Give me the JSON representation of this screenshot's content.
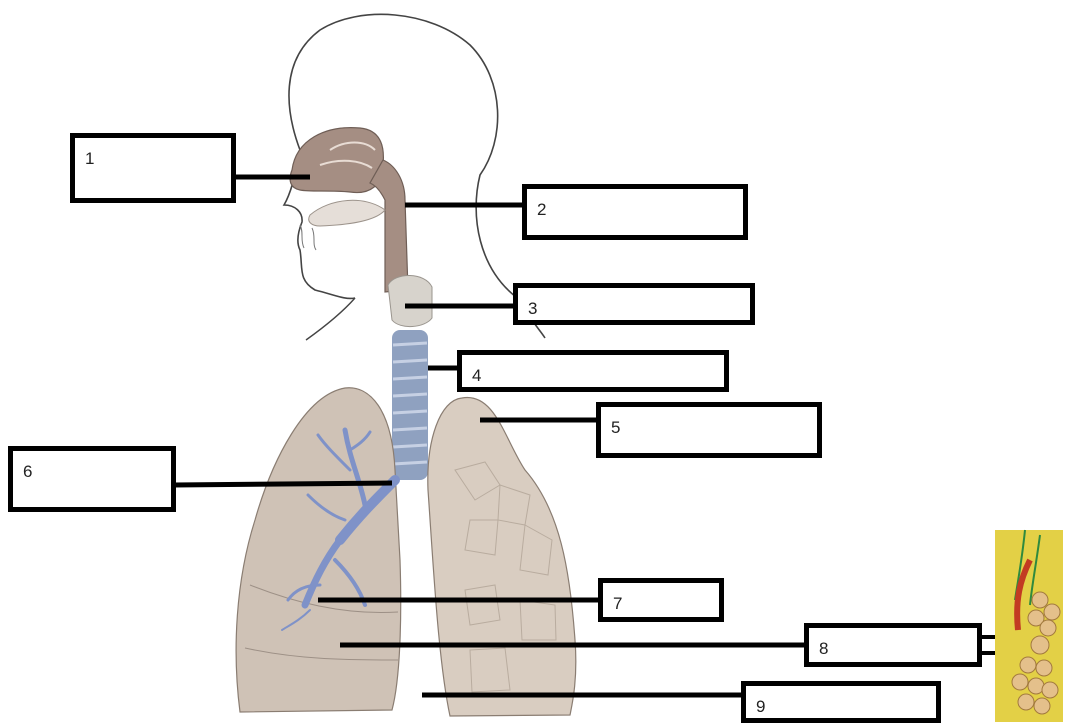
{
  "labels": [
    {
      "id": "1",
      "text": "1"
    },
    {
      "id": "2",
      "text": "2"
    },
    {
      "id": "3",
      "text": "3"
    },
    {
      "id": "4",
      "text": "4"
    },
    {
      "id": "5",
      "text": "5"
    },
    {
      "id": "6",
      "text": "6"
    },
    {
      "id": "7",
      "text": "7"
    },
    {
      "id": "8",
      "text": "8"
    },
    {
      "id": "9",
      "text": "9"
    }
  ],
  "colors": {
    "nasal_cavity": "#a58e83",
    "lung_right": "#cfc2b6",
    "lung_left": "#d9cdc1",
    "trachea": "#8fa1c0",
    "bronchi": "#7f92c8",
    "larynx": "#d7d3cc",
    "outline": "#444444",
    "leader": "#000000",
    "inset_bg": "#e3d046",
    "alveoli": "#e4c08b"
  },
  "icons": {
    "pointer": "hollow-arrow-right-icon",
    "inset": "alveoli-cluster-icon"
  }
}
